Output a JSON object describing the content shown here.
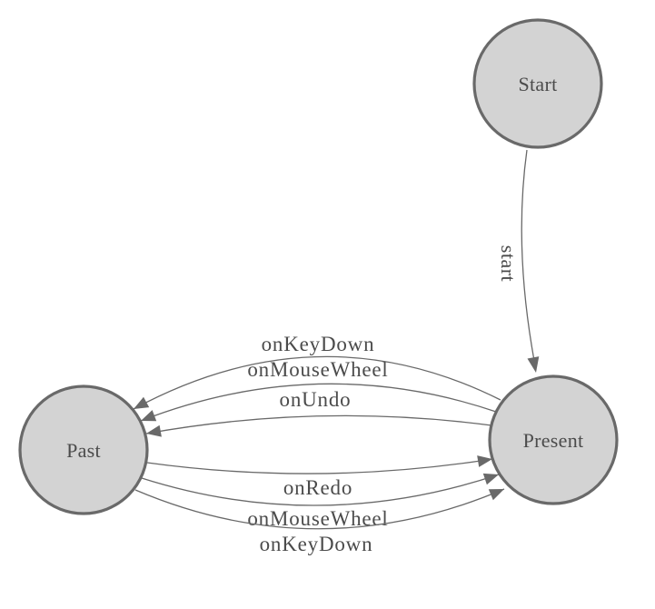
{
  "diagram": {
    "type": "state-machine",
    "background_color": "#ffffff",
    "colors": {
      "node_fill": "#d3d3d3",
      "node_border": "#696969",
      "edge_line": "#696969",
      "arrowhead": "#696969",
      "text": "#4b4b4b"
    },
    "nodes": [
      {
        "id": "start",
        "label": "Start"
      },
      {
        "id": "past",
        "label": "Past"
      },
      {
        "id": "present",
        "label": "Present"
      }
    ],
    "edges": [
      {
        "from": "Start",
        "to": "Present",
        "label": "start"
      },
      {
        "from": "Present",
        "to": "Past",
        "label": "onKeyDown"
      },
      {
        "from": "Present",
        "to": "Past",
        "label": "onMouseWheel"
      },
      {
        "from": "Present",
        "to": "Past",
        "label": "onUndo"
      },
      {
        "from": "Past",
        "to": "Present",
        "label": "onRedo"
      },
      {
        "from": "Past",
        "to": "Present",
        "label": "onMouseWheel"
      },
      {
        "from": "Past",
        "to": "Present",
        "label": "onKeyDown"
      }
    ]
  }
}
